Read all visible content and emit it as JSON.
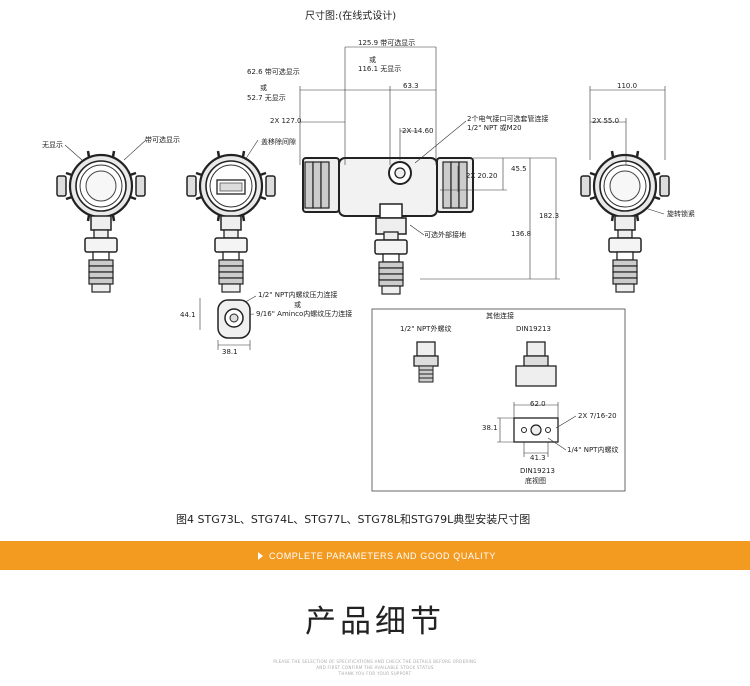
{
  "header_title": "尺寸图:(在线式设计)",
  "labels": {
    "no_display": "无显示",
    "with_display_opt": "带可选显示",
    "cover_clearance": "盖移除间隙",
    "dim_125_9": "125.9 带可选显示",
    "or_1": "或",
    "dim_116_1": "116.1 无显示",
    "dim_63_3": "63.3",
    "dim_62_6": "62.6 带可选显示",
    "or_2": "或",
    "dim_52_7": "52.7 无显示",
    "dim_2x127": "2X 127.0",
    "dim_2x14_60": "2X 14.60",
    "conduit_1": "2个电气接口可选套管连接",
    "conduit_2": "1/2\" NPT 或M20",
    "dim_45_5": "45.5",
    "dim_2x20_20": "2X 20.20",
    "dim_182_3": "182.3",
    "dim_136_8": "136.8",
    "ext_ground": "可选外部接地",
    "dim_110": "110.0",
    "dim_2x55": "2X 55.0",
    "rotation_lock": "旋转锁紧",
    "npt_half_internal": "1/2\" NPT内螺纹压力连接",
    "or_3": "或",
    "amino_internal": "9/16\" Aminco内螺纹压力连接",
    "dim_44_1": "44.1",
    "dim_38_1a": "38.1",
    "other_conn": "其他连接",
    "npt_half_external": "1/2\" NPT外螺纹",
    "din_1": "DIN19213",
    "dim_62_0": "62.0",
    "dim_2x7_16": "2X 7/16-20",
    "dim_38_1b": "38.1",
    "npt_quarter_internal": "1/4\" NPT内螺纹",
    "dim_41_3": "41.3",
    "din_2": "DIN19213",
    "bottom_view": "底视图"
  },
  "caption": "图4  STG73L、STG74L、STG77L、STG78L和STG79L典型安装尺寸图",
  "banner": {
    "text": "COMPLETE PARAMETERS AND GOOD QUALITY",
    "color": "#f39a21"
  },
  "section_title": "产品细节",
  "fine_print_1": "PLEASE THE SELECTION OF SPECIFICATIONS  AND CHECK THE DETAILS BEFORE ORDERING",
  "fine_print_2": "AND FIRST CONFIRM THE AVAILABLE STOCK STATUS",
  "fine_print_3": "THANK YOU FOR YOUR SUPPORT"
}
